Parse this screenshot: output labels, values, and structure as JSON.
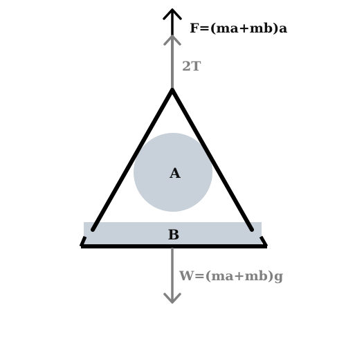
{
  "labels": {
    "net_force": "F=(ma+mb)a",
    "tension": "2T",
    "body_a": "A",
    "body_b": "B",
    "weight": "W=(ma+mb)g"
  },
  "colors": {
    "frame": "#000000",
    "body_fill": "#c8d0d9",
    "arrow_gray": "#808080",
    "arrow_black": "#000000",
    "text_black": "#111111",
    "text_gray": "#808080"
  }
}
